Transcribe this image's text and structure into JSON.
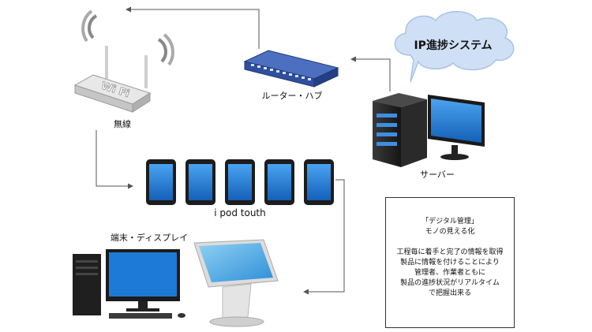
{
  "cloud": {
    "text": "IP進捗システム",
    "fill": "#cfe0f6",
    "stroke": "#a9c2e3"
  },
  "labels": {
    "router": "ルーター・ハブ",
    "wireless": "無線",
    "server": "サーバー",
    "tablets": "i pod touth",
    "terminal": "端末・ディスプレイ"
  },
  "wifi_sticker": "Wi Fi",
  "info_box": {
    "lines": [
      "「デジタル管理」",
      "モノの見える化",
      "",
      "工程毎に着手と完了の情報を取得",
      "製品に情報を付けることにより",
      "管理者、作業者ともに",
      "製品の進捗状況がリアルタイム",
      "で把握出来る"
    ]
  },
  "colors": {
    "router_body": "#2f4f9e",
    "screen_blue": "#1d7ad6",
    "device_dark": "#1c1c1c",
    "connector": "#555555"
  },
  "tablet_count": 5
}
